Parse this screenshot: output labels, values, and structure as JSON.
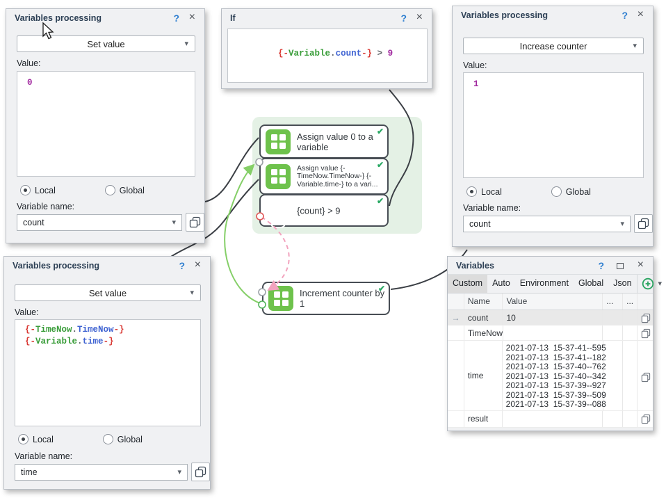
{
  "icons": {
    "help": "?",
    "close": "×",
    "caret": "▾",
    "check": "✔",
    "row_arrow": "→"
  },
  "panel_set_count": {
    "title": "Variables processing",
    "action": "Set value",
    "value_label": "Value:",
    "value": "0",
    "radio_local": "Local",
    "radio_global": "Global",
    "varname_label": "Variable name:",
    "varname": "count"
  },
  "panel_if": {
    "title": "If",
    "code": {
      "open": "{-",
      "name": "Variable",
      "dot": ".",
      "prop": "count",
      "close": "-}",
      "op": " > ",
      "num": "9"
    }
  },
  "panel_increase": {
    "title": "Variables processing",
    "action": "Increase counter",
    "value_label": "Value:",
    "value": "1",
    "radio_local": "Local",
    "radio_global": "Global",
    "varname_label": "Variable name:",
    "varname": "count"
  },
  "panel_set_time": {
    "title": "Variables processing",
    "action": "Set value",
    "value_label": "Value:",
    "line1": {
      "open": "{-",
      "name": "TimeNow",
      "dot": ".",
      "prop": "TimeNow",
      "close": "-}"
    },
    "line2": {
      "open": "{-",
      "name": "Variable",
      "dot": ".",
      "prop": "time",
      "close": "-}"
    },
    "radio_local": "Local",
    "radio_global": "Global",
    "varname_label": "Variable name:",
    "varname": "time"
  },
  "workflow": {
    "node_assign0": {
      "label": "Assign value 0 to a variable"
    },
    "node_assign_time": {
      "label": "Assign value {-TimeNow.TimeNow-} {-Variable.time-} to a vari..."
    },
    "node_condition": {
      "label": "{count} > 9"
    },
    "node_increment": {
      "label": "Increment counter by 1"
    }
  },
  "variables_panel": {
    "title": "Variables",
    "tabs": [
      {
        "label": "Custom"
      },
      {
        "label": "Auto"
      },
      {
        "label": "Environment"
      },
      {
        "label": "Global"
      },
      {
        "label": "Json"
      }
    ],
    "columns": {
      "name": "Name",
      "value": "Value",
      "extra1": "...",
      "extra2": "..."
    },
    "rows": [
      {
        "name": "count",
        "value": "10"
      },
      {
        "name": "TimeNow",
        "value": ""
      },
      {
        "name": "time",
        "value": "2021-07-13  15-37-41--595\n2021-07-13  15-37-41--182\n2021-07-13  15-37-40--762\n2021-07-13  15-37-40--342\n2021-07-13  15-37-39--927\n2021-07-13  15-37-39--509\n2021-07-13  15-37-39--088"
      },
      {
        "name": "result",
        "value": ""
      }
    ]
  },
  "colors": {
    "node_green": "#6ec24c",
    "node_pink": "#ee6e96",
    "check_green": "#29a863",
    "edge_green": "#85cf68",
    "edge_pink": "#f2a3be",
    "edge_black": "#3b3f45",
    "group_bg": "#e4f1e5"
  }
}
